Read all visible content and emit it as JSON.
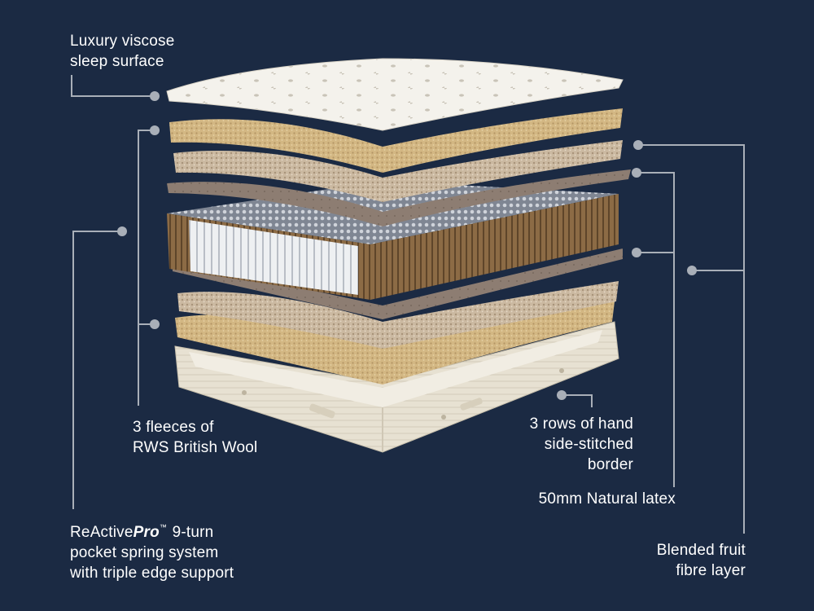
{
  "labels": {
    "viscose": {
      "line1": "Luxury viscose",
      "line2": "sleep surface"
    },
    "wool": {
      "line1": "3 fleeces of",
      "line2": "RWS British Wool"
    },
    "springs": {
      "brand_plain": "ReActive",
      "brand_italic": "Pro",
      "trademark": "™",
      "line1_suffix": " 9-turn",
      "line2": "pocket spring system",
      "line3": "with triple edge support"
    },
    "border": {
      "line1": "3 rows of hand",
      "line2": "side-stitched",
      "line3": "border"
    },
    "latex": {
      "line1": "50mm Natural latex"
    },
    "fibre": {
      "line1": "Blended fruit",
      "line2": "fibre layer"
    }
  },
  "colors": {
    "background": "#1b2a43",
    "leader_line": "#a9afb8",
    "label_text": "#ffffff",
    "wool": "#d3b783",
    "fibre": "#cbb9a1",
    "latex": "#8d7d72",
    "spring_wrap": "#8c6b45",
    "spring_white": "#eef0f2",
    "base_cream": "#e7e1d2",
    "topper": "#f4f2ec"
  },
  "icons": {
    "leader_dot": "circle"
  }
}
